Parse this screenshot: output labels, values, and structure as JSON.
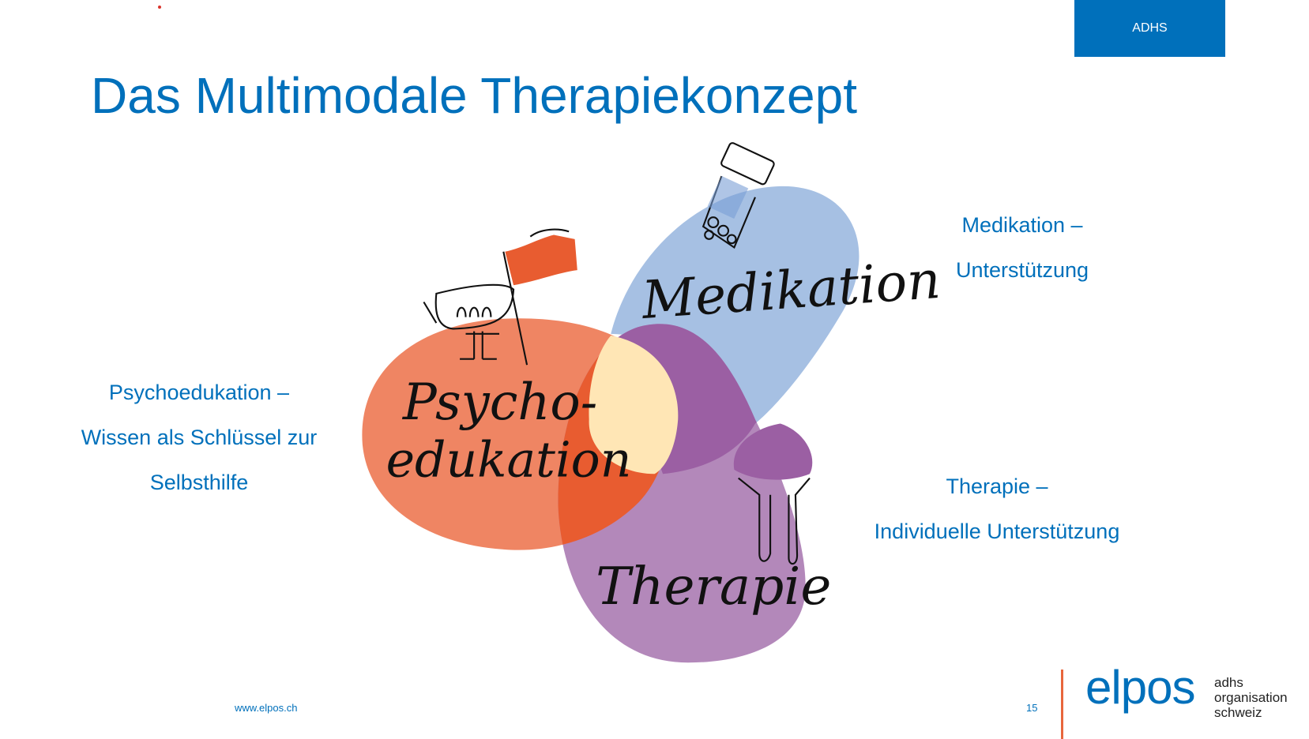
{
  "header": {
    "badge": "ADHS"
  },
  "title": "Das Multimodale Therapiekonzept",
  "diagram": {
    "labels": {
      "medikation": "Medikation",
      "psycho_1": "Psycho-",
      "psycho_2": "edukation",
      "therapie": "Therapie"
    },
    "colors": {
      "orange": "#EF8563",
      "purple": "#B388BA",
      "blue": "#A6C0E3",
      "center": "#FFE6B5"
    }
  },
  "descriptions": {
    "psychoedukation": [
      "Psychoedukation –",
      "Wissen als Schlüssel zur",
      "Selbsthilfe"
    ],
    "medikation": [
      "Medikation –",
      "Unterstützung"
    ],
    "therapie": [
      "Therapie –",
      "Individuelle Unterstützung"
    ]
  },
  "footer": {
    "url": "www.elpos.ch",
    "page": "15"
  },
  "logo": {
    "word": "elpos",
    "sub": [
      "adhs",
      "organisation",
      "schweiz"
    ]
  },
  "brand_color": "#0070BB"
}
